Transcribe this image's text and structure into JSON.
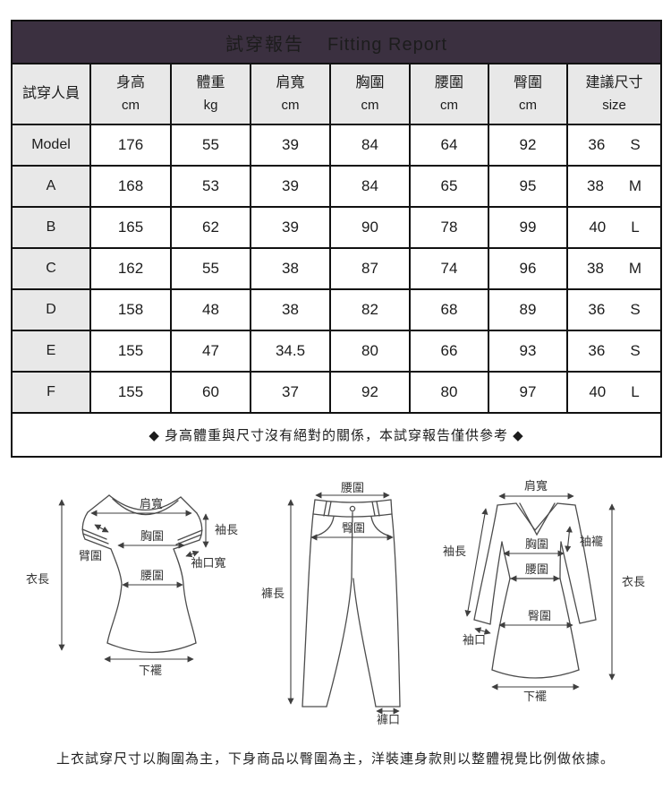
{
  "title": {
    "zh": "試穿報告",
    "en": "Fitting Report"
  },
  "table": {
    "person_header": "試穿人員",
    "columns": [
      {
        "label": "身高",
        "unit": "cm"
      },
      {
        "label": "體重",
        "unit": "kg"
      },
      {
        "label": "肩寬",
        "unit": "cm"
      },
      {
        "label": "胸圍",
        "unit": "cm"
      },
      {
        "label": "腰圍",
        "unit": "cm"
      },
      {
        "label": "臀圍",
        "unit": "cm"
      },
      {
        "label": "建議尺寸",
        "unit": "size"
      }
    ],
    "rows": [
      {
        "person": "Model",
        "height": "176",
        "weight": "55",
        "shoulder": "39",
        "bust": "84",
        "waist": "64",
        "hip": "92",
        "size_num": "36",
        "size_letter": "S"
      },
      {
        "person": "A",
        "height": "168",
        "weight": "53",
        "shoulder": "39",
        "bust": "84",
        "waist": "65",
        "hip": "95",
        "size_num": "38",
        "size_letter": "M"
      },
      {
        "person": "B",
        "height": "165",
        "weight": "62",
        "shoulder": "39",
        "bust": "90",
        "waist": "78",
        "hip": "99",
        "size_num": "40",
        "size_letter": "L"
      },
      {
        "person": "C",
        "height": "162",
        "weight": "55",
        "shoulder": "38",
        "bust": "87",
        "waist": "74",
        "hip": "96",
        "size_num": "38",
        "size_letter": "M"
      },
      {
        "person": "D",
        "height": "158",
        "weight": "48",
        "shoulder": "38",
        "bust": "82",
        "waist": "68",
        "hip": "89",
        "size_num": "36",
        "size_letter": "S"
      },
      {
        "person": "E",
        "height": "155",
        "weight": "47",
        "shoulder": "34.5",
        "bust": "80",
        "waist": "66",
        "hip": "93",
        "size_num": "36",
        "size_letter": "S"
      },
      {
        "person": "F",
        "height": "155",
        "weight": "60",
        "shoulder": "37",
        "bust": "92",
        "waist": "80",
        "hip": "97",
        "size_num": "40",
        "size_letter": "L"
      }
    ],
    "note": "◆ 身高體重與尺寸沒有絕對的關係，本試穿報告僅供參考 ◆"
  },
  "diagrams": {
    "top": {
      "length": "衣長",
      "shoulder": "肩寬",
      "sleeve_length": "袖長",
      "bust": "胸圍",
      "arm": "臂圍",
      "cuff_width": "袖口寬",
      "waist": "腰圍",
      "hem": "下襬"
    },
    "pants": {
      "waist": "腰圍",
      "hip": "臀圍",
      "length": "褲長",
      "leg_opening": "褲口"
    },
    "dress": {
      "shoulder": "肩寬",
      "sleeve_length": "袖長",
      "armhole": "袖襱",
      "bust": "胸圍",
      "waist": "腰圍",
      "hip": "臀圍",
      "cuff": "袖口",
      "length": "衣長",
      "hem": "下襬"
    }
  },
  "footer_note": "上衣試穿尺寸以胸圍為主，下身商品以臀圍為主，洋裝連身款則以整體視覺比例做依據。",
  "colors": {
    "header_bar": "#3b3040",
    "header_cell_bg": "#e8e8e8",
    "border": "#111111",
    "diagram_line": "#4d4d4d"
  }
}
